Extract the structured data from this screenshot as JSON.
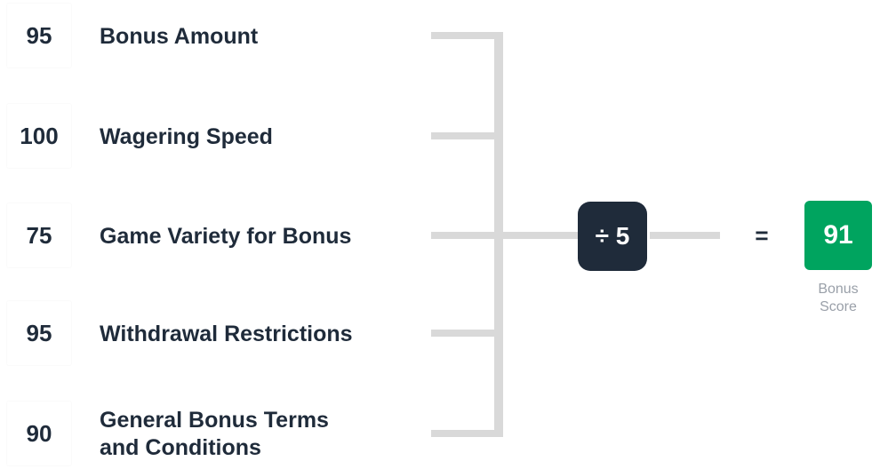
{
  "rows": [
    {
      "score": "95",
      "label": "Bonus Amount"
    },
    {
      "score": "100",
      "label": "Wagering Speed"
    },
    {
      "score": "75",
      "label": "Game Variety for Bonus"
    },
    {
      "score": "95",
      "label": "Withdrawal Restrictions"
    },
    {
      "score": "90",
      "label": "General Bonus Terms and Conditions"
    }
  ],
  "operator": {
    "label": "÷ 5"
  },
  "equals_sign": "=",
  "result": {
    "value": "91",
    "caption": "Bonus\nScore"
  },
  "colors": {
    "dark_navy": "#1F2B3A",
    "green": "#00A45F",
    "connector_gray": "#D9D9D9",
    "caption_gray": "#9AA0A9"
  }
}
